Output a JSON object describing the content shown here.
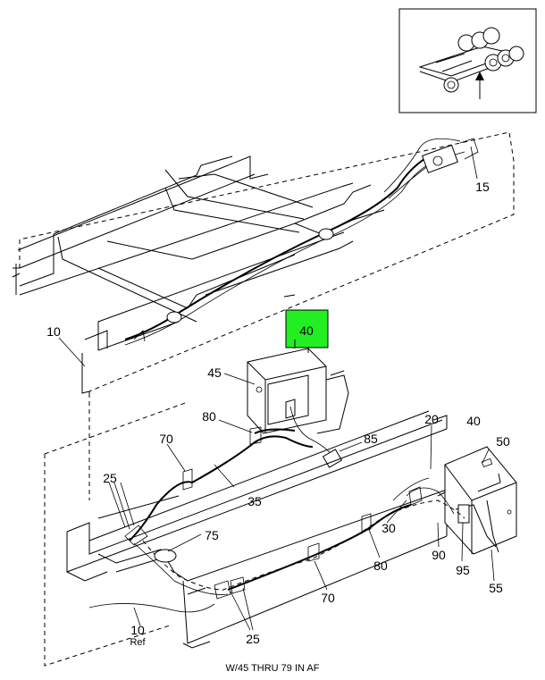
{
  "highlight_color": "#22ee22",
  "inset": {
    "icon": "truck-chassis-locator-icon"
  },
  "callouts": {
    "c15": "15",
    "c10_top": "10",
    "c40_highlight": "40",
    "c45": "45",
    "c80_top": "80",
    "c70_top": "70",
    "c85": "85",
    "c25_left": "25",
    "c35": "35",
    "c75": "75",
    "c20": "20",
    "c40_right": "40",
    "c50": "50",
    "c30": "30",
    "c90": "90",
    "c95": "95",
    "c55": "55",
    "c80_bottom": "80",
    "c70_bottom": "70",
    "c10_bottom": "10",
    "ref": "Ref",
    "c25_bottom": "25"
  },
  "caption": "W/45 THRU 79 IN AF"
}
